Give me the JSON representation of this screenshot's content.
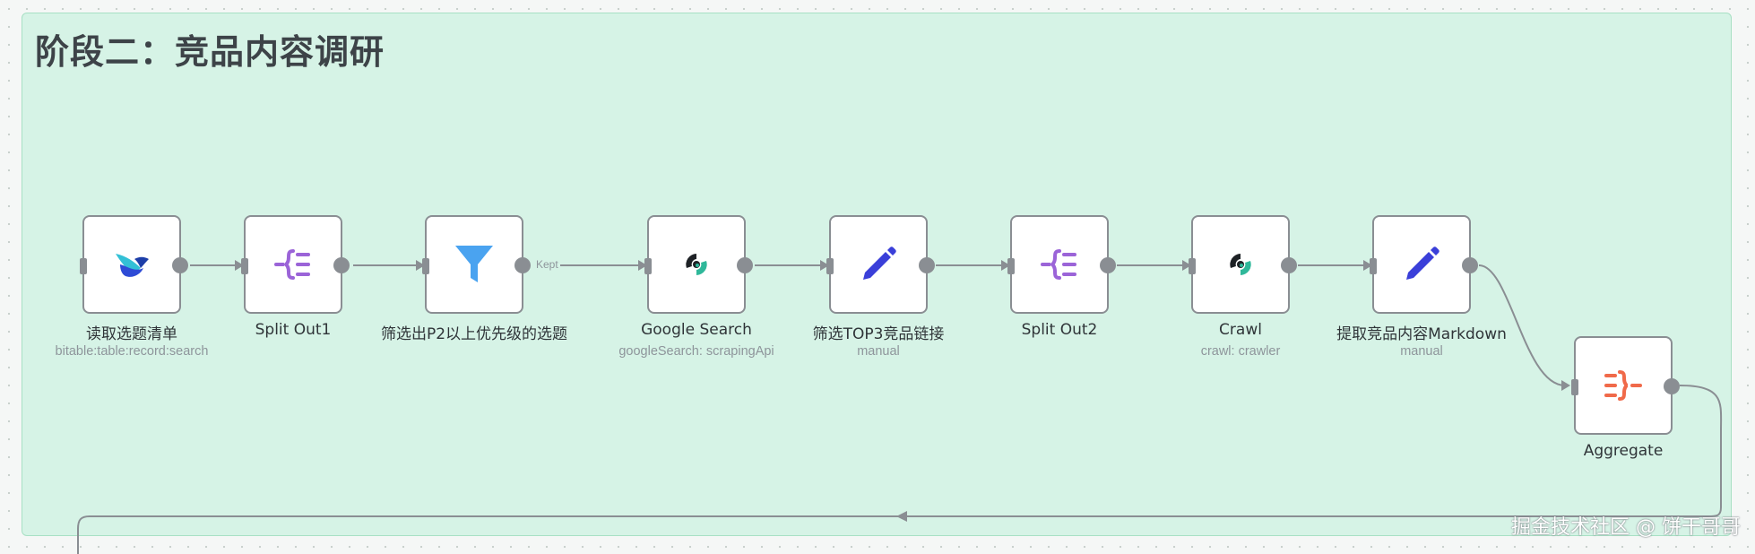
{
  "stage": {
    "title": "阶段二：竞品内容调研"
  },
  "nodes": [
    {
      "name": "读取选题清单",
      "subtitle": "bitable:table:record:search",
      "icon": "feishu-bitable-icon"
    },
    {
      "name": "Split Out1",
      "subtitle": "",
      "icon": "split-out-icon"
    },
    {
      "name": "筛选出P2以上优先级的选题",
      "subtitle": "",
      "icon": "filter-icon"
    },
    {
      "name": "Google Search",
      "subtitle": "googleSearch: scrapingApi",
      "icon": "scraping-api-icon"
    },
    {
      "name": "筛选TOP3竞品链接",
      "subtitle": "manual",
      "icon": "edit-pencil-icon"
    },
    {
      "name": "Split Out2",
      "subtitle": "",
      "icon": "split-out-icon"
    },
    {
      "name": "Crawl",
      "subtitle": "crawl: crawler",
      "icon": "scraping-api-icon"
    },
    {
      "name": "提取竞品内容Markdown",
      "subtitle": "manual",
      "icon": "edit-pencil-icon"
    },
    {
      "name": "Aggregate",
      "subtitle": "",
      "icon": "aggregate-icon"
    }
  ],
  "edges": {
    "filter_output_label": "Kept"
  },
  "colors": {
    "stage_bg": "#d6f3e6",
    "split_icon": "#9b64d8",
    "filter_icon": "#4aa3f0",
    "pencil_icon": "#3a3fd9",
    "aggregate_icon": "#f06a4a",
    "connector": "#8a8e93"
  },
  "watermark": "掘金技术社区 @ 饼干哥哥"
}
